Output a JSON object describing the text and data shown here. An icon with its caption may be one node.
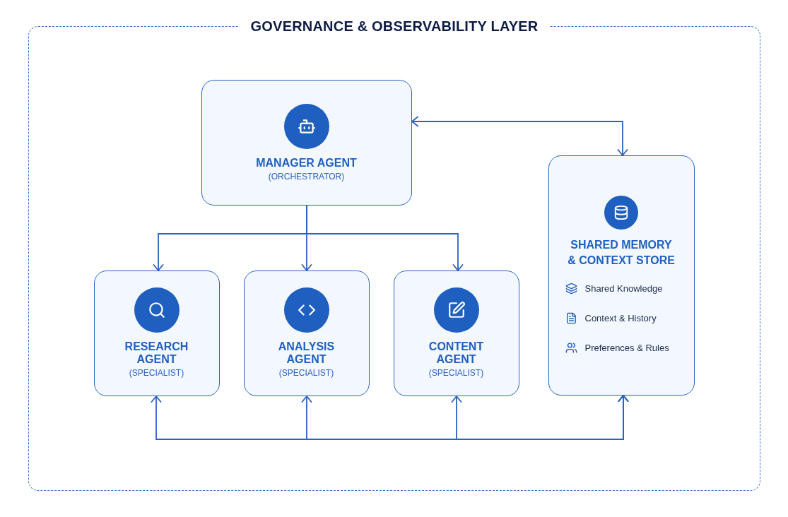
{
  "diagram": {
    "nodes": [
      {
        "text": [
          "GOVERNANCE & OBSERVABILITY LAYER"
        ]
      },
      {
        "text": [
          "MANAGER AGENT",
          "(ORCHESTRATOR)"
        ],
        "in": 0
      },
      {
        "text": [
          "RESEARCH AGENT",
          "(SPECIALIST)"
        ],
        "in": 0
      },
      {
        "text": [
          "ANALYSIS AGENT",
          "(SPECIALIST)"
        ],
        "in": 0
      },
      {
        "text": [
          "CONTENT AGENT",
          "(SPECIALIST)"
        ],
        "in": 0
      },
      {
        "text": [
          "SHARED MEMORY & CONTEXT STORE",
          "Shared Knowledge",
          "Context & History",
          "Preferences & Rules"
        ],
        "in": 0
      }
    ],
    "edges": [
      {
        "from": 1,
        "to": 5,
        "arrow": "both"
      },
      {
        "from": 1,
        "to": 2,
        "arrow": "to"
      },
      {
        "from": 1,
        "to": 3,
        "arrow": "to"
      },
      {
        "from": 1,
        "to": 4,
        "arrow": "to"
      },
      {
        "from": 5,
        "to": 2,
        "arrow": "both"
      },
      {
        "from": 5,
        "to": 3,
        "arrow": "both"
      },
      {
        "from": 5,
        "to": 4,
        "arrow": "both"
      }
    ]
  }
}
